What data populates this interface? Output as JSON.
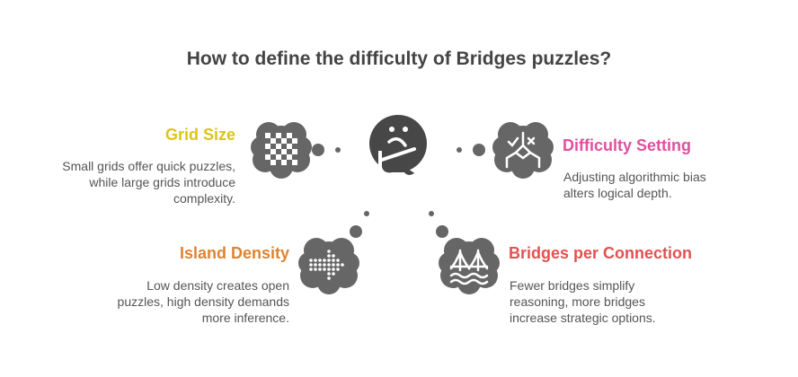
{
  "title": "How to define the difficulty of Bridges puzzles?",
  "items": [
    {
      "heading": "Grid Size",
      "color": "#dcc51a",
      "lines": [
        "Small grids offer quick puzzles,",
        "while large grids introduce",
        "complexity."
      ],
      "icon": "checkerboard-icon"
    },
    {
      "heading": "Difficulty Setting",
      "color": "#e0509f",
      "lines": [
        "Adjusting algorithmic bias",
        "alters logical depth."
      ],
      "icon": "decision-branch-icon"
    },
    {
      "heading": "Island Density",
      "color": "#e0832e",
      "lines": [
        "Low density creates open",
        "puzzles, high density demands",
        "more inference."
      ],
      "icon": "dot-arrow-icon"
    },
    {
      "heading": "Bridges per Connection",
      "color": "#e55050",
      "lines": [
        "Fewer bridges simplify",
        "reasoning, more bridges",
        "increase strategic options."
      ],
      "icon": "bridge-icon"
    }
  ],
  "center_icon": "thinking-face-icon",
  "colors": {
    "icon_bg": "#666666",
    "face": "#474747",
    "text": "#555555",
    "title": "#444444"
  }
}
